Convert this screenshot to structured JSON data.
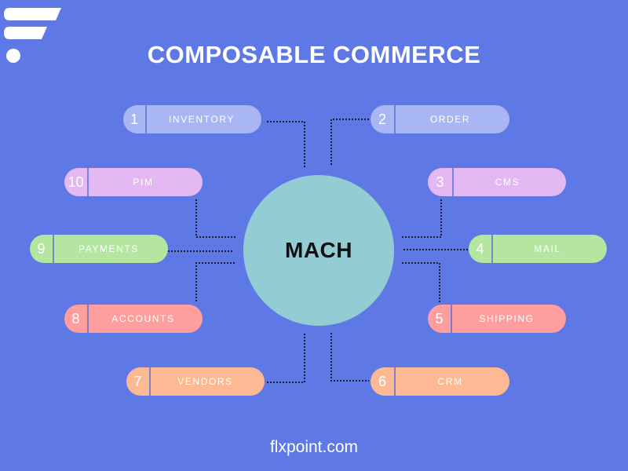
{
  "title": "COMPOSABLE COMMERCE",
  "hub": {
    "label": "MACH"
  },
  "modules": [
    {
      "num": "1",
      "label": "INVENTORY",
      "color": "#a9b6f4"
    },
    {
      "num": "2",
      "label": "ORDER",
      "color": "#a9b6f4"
    },
    {
      "num": "3",
      "label": "CMS",
      "color": "#e4b9f3"
    },
    {
      "num": "4",
      "label": "MAIL",
      "color": "#b4e6a0"
    },
    {
      "num": "5",
      "label": "SHIPPING",
      "color": "#ff9e9e"
    },
    {
      "num": "6",
      "label": "CRM",
      "color": "#fdb994"
    },
    {
      "num": "7",
      "label": "VENDORS",
      "color": "#fdb994"
    },
    {
      "num": "8",
      "label": "ACCOUNTS",
      "color": "#ff9e9e"
    },
    {
      "num": "9",
      "label": "PAYMENTS",
      "color": "#b4e6a0"
    },
    {
      "num": "10",
      "label": "PIM",
      "color": "#e4b9f3"
    }
  ],
  "colors": {
    "background": "#5e79e5",
    "hub": "#93cdd3",
    "connector": "#1a1a2e"
  },
  "logo": {
    "icon": "flxpoint-logo-icon"
  },
  "footer": {
    "text": "flxpoint.com"
  }
}
